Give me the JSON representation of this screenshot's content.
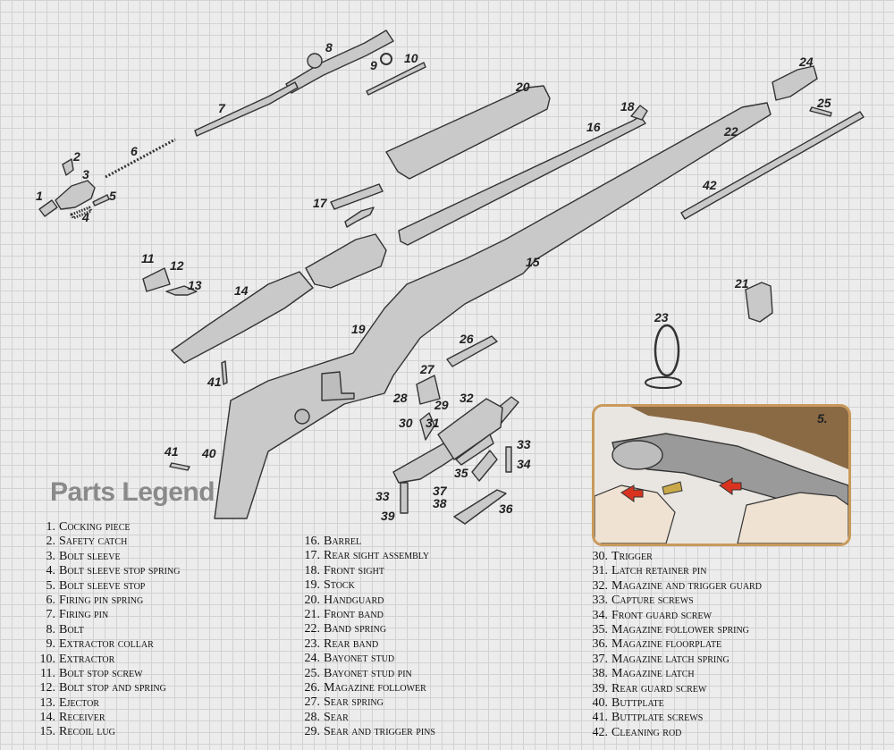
{
  "legend": {
    "title": "Parts Legend",
    "columns": [
      [
        {
          "num": "1.",
          "name": "Cocking piece"
        },
        {
          "num": "2.",
          "name": "Safety catch"
        },
        {
          "num": "3.",
          "name": "Bolt sleeve"
        },
        {
          "num": "4.",
          "name": "Bolt sleeve stop spring"
        },
        {
          "num": "5.",
          "name": "Bolt sleeve stop"
        },
        {
          "num": "6.",
          "name": "Firing pin spring"
        },
        {
          "num": "7.",
          "name": "Firing pin"
        },
        {
          "num": "8.",
          "name": "Bolt"
        },
        {
          "num": "9.",
          "name": "Extractor collar"
        },
        {
          "num": "10.",
          "name": "Extractor"
        },
        {
          "num": "11.",
          "name": "Bolt stop screw"
        },
        {
          "num": "12.",
          "name": "Bolt stop and spring"
        },
        {
          "num": "13.",
          "name": "Ejector"
        },
        {
          "num": "14.",
          "name": "Receiver"
        },
        {
          "num": "15.",
          "name": "Recoil lug"
        }
      ],
      [
        {
          "num": "16.",
          "name": "Barrel"
        },
        {
          "num": "17.",
          "name": "Rear sight assembly"
        },
        {
          "num": "18.",
          "name": "Front sight"
        },
        {
          "num": "19.",
          "name": "Stock"
        },
        {
          "num": "20.",
          "name": "Handguard"
        },
        {
          "num": "21.",
          "name": "Front band"
        },
        {
          "num": "22.",
          "name": "Band spring"
        },
        {
          "num": "23.",
          "name": "Rear band"
        },
        {
          "num": "24.",
          "name": "Bayonet stud"
        },
        {
          "num": "25.",
          "name": "Bayonet stud pin"
        },
        {
          "num": "26.",
          "name": "Magazine follower"
        },
        {
          "num": "27.",
          "name": "Sear spring"
        },
        {
          "num": "28.",
          "name": "Sear"
        },
        {
          "num": "29.",
          "name": "Sear and trigger pins"
        }
      ],
      [
        {
          "num": "30.",
          "name": "Trigger"
        },
        {
          "num": "31.",
          "name": "Latch retainer pin"
        },
        {
          "num": "32.",
          "name": "Magazine and trigger guard"
        },
        {
          "num": "33.",
          "name": "Capture screws"
        },
        {
          "num": "34.",
          "name": "Front guard screw"
        },
        {
          "num": "35.",
          "name": "Magazine follower spring"
        },
        {
          "num": "36.",
          "name": "Magazine floorplate"
        },
        {
          "num": "37.",
          "name": "Magazine latch spring"
        },
        {
          "num": "38.",
          "name": "Magazine latch"
        },
        {
          "num": "39.",
          "name": "Rear guard screw"
        },
        {
          "num": "40.",
          "name": "Buttplate"
        },
        {
          "num": "41.",
          "name": "Buttplate screws"
        },
        {
          "num": "42.",
          "name": "Cleaning rod"
        }
      ]
    ]
  },
  "callouts": [
    "1",
    "2",
    "3",
    "4",
    "5",
    "6",
    "7",
    "8",
    "9",
    "10",
    "11",
    "12",
    "13",
    "14",
    "15",
    "16",
    "17",
    "18",
    "19",
    "20",
    "21",
    "22",
    "23",
    "24",
    "25",
    "26",
    "27",
    "28",
    "29",
    "30",
    "31",
    "32",
    "33",
    "33",
    "34",
    "35",
    "36",
    "37",
    "38",
    "39",
    "40",
    "41",
    "41",
    "42"
  ],
  "inset": {
    "label": "5."
  },
  "colors": {
    "part_fill": "#c9c9c9",
    "part_stroke": "#333333",
    "arrow": "#d9331f",
    "wood": "#8a6a45",
    "grid": "#d2d2d2",
    "legend_title": "#8a8a8a",
    "inset_border": "#c99a5b"
  }
}
